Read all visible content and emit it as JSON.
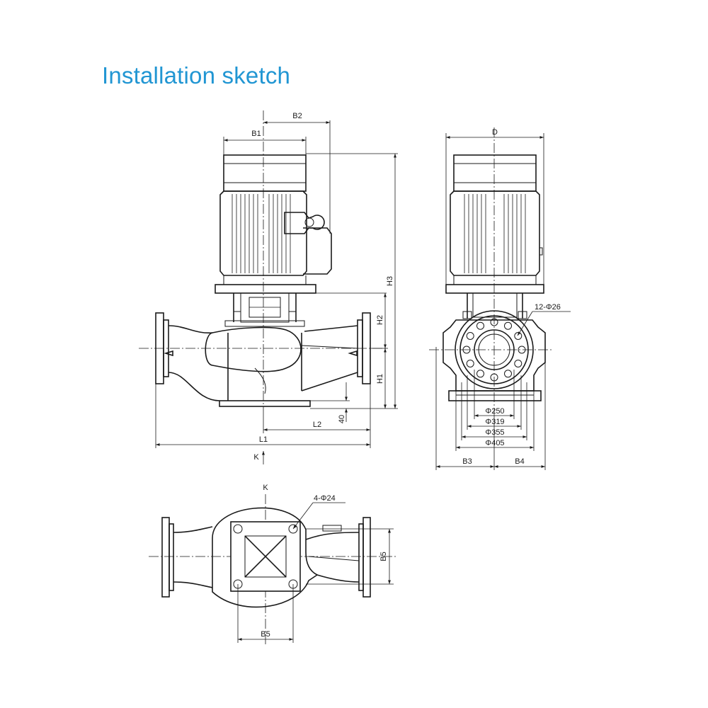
{
  "title": "Installation sketch",
  "colors": {
    "title": "#2196d3",
    "line": "#1a1a1a",
    "background": "#ffffff"
  },
  "labels": {
    "b1": "B1",
    "b2": "B2",
    "h1": "H1",
    "h2": "H2",
    "h3": "H3",
    "l1": "L1",
    "l2": "L2",
    "base_height": "40",
    "view_k": "K",
    "d": "D",
    "bolt_holes_flange": "12-Φ26",
    "dia_250": "Φ250",
    "dia_319": "Φ319",
    "dia_355": "Φ355",
    "dia_405": "Φ405",
    "b3": "B3",
    "b4": "B4",
    "bolt_holes_base": "4-Φ24",
    "b5_side": "B5",
    "b5_bottom": "B5"
  }
}
